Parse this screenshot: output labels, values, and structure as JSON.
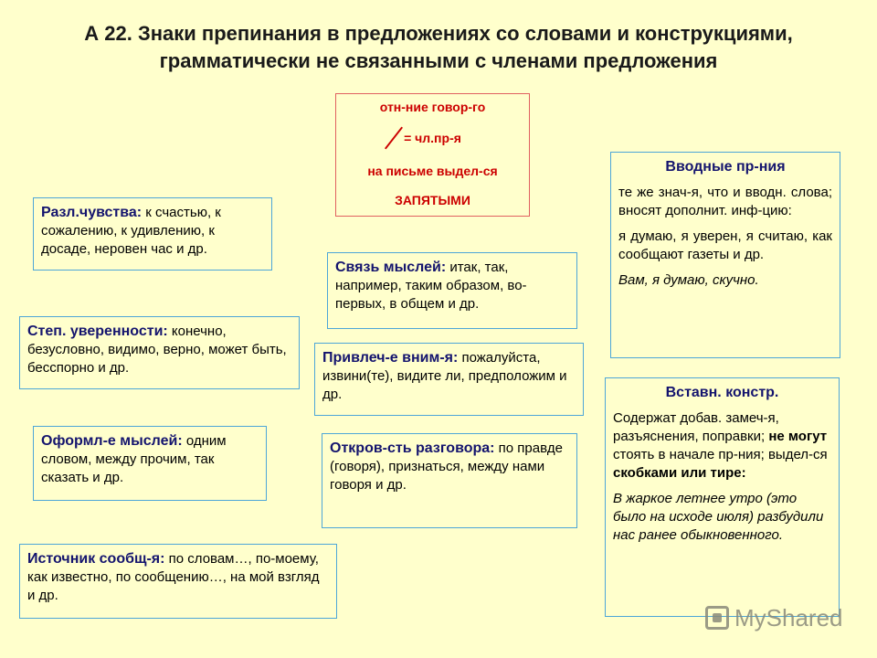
{
  "title": {
    "line1": "А 22. Знаки препинания в предложениях со словами и конструкциями,",
    "line2": "грамматически не связанными с членами предложения"
  },
  "center": {
    "line1": "отн-ние говор-го",
    "line2": "= чл.пр-я",
    "line3": "на письме выдел-ся",
    "line4": "ЗАПЯТЫМИ"
  },
  "boxes": {
    "feelings": {
      "head": "Разл.чувства:",
      "text": " к счастью, к сожалению, к удивлению, к досаде, неровен час и др."
    },
    "confidence": {
      "head": "Степ. уверенности:",
      "text": " конечно, безусловно, видимо, верно, может быть, бесспорно и др."
    },
    "thoughts_form": {
      "head": "Оформл-е мыслей:",
      "text": " одним словом, между прочим, так сказать и др."
    },
    "source": {
      "head": "Источник сообщ-я:",
      "text": " по словам…, по-моему, как известно, по сообщению…, на мой взгляд и др."
    },
    "connection": {
      "head": "Связь мыслей:",
      "text": " итак, так, например, таким образом, во-первых, в общем и др."
    },
    "attention": {
      "head": "Привлеч-е вним-я:",
      "text": " пожалуйста, извини(те), видите ли, предположим и др."
    },
    "frankness": {
      "head": "Откров-сть разговора:",
      "text": " по правде (говоря), признаться, между нами говоря и др."
    }
  },
  "intro": {
    "head": "Вводные пр-ния",
    "p1": "те же знач-я, что и вводн. слова; вносят дополнит. инф-цию:",
    "p2": " я думаю, я уверен, я считаю, как сообщают газеты и др.",
    "p3": "Вам, я думаю, скучно."
  },
  "insert": {
    "head": "Вставн. констр.",
    "p1a": "Содержат добав. замеч-я, разъяснения, поправки; ",
    "p1b": "не могут",
    "p1c": " стоять в начале пр-ния; выдел-ся ",
    "p1d": "скобками или тире:",
    "p2": "В жаркое летнее утро (это было на исходе июля) разбудили нас ранее обыкновенного."
  },
  "watermark": {
    "text": "MyShared",
    "icon": "myshared-logo-icon"
  }
}
